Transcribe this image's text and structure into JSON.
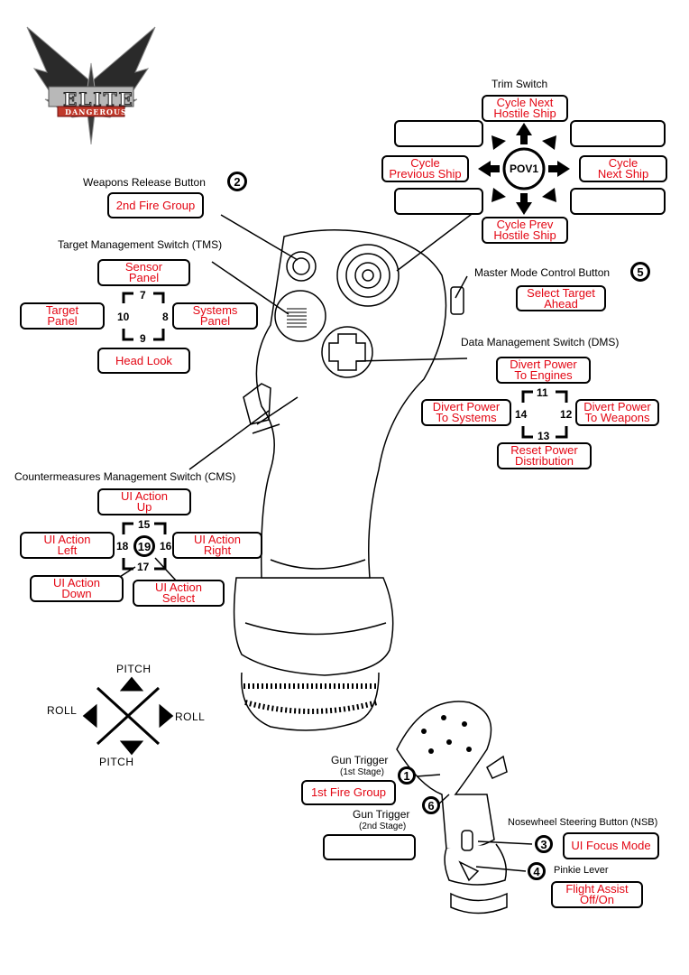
{
  "logo": {
    "word1": "ELITE",
    "word2": "DANGEROUS"
  },
  "trim": {
    "title": "Trim Switch",
    "pov": "POV1",
    "up": [
      "Cycle Next",
      "Hostile Ship"
    ],
    "down": [
      "Cycle Prev",
      "Hostile Ship"
    ],
    "left": [
      "Cycle",
      "Previous Ship"
    ],
    "right": [
      "Cycle",
      "Next Ship"
    ]
  },
  "weapons": {
    "title": "Weapons Release Button",
    "number": "2",
    "action": "2nd Fire Group"
  },
  "tms": {
    "title": "Target Management Switch (TMS)",
    "up": [
      "Sensor",
      "Panel"
    ],
    "left": [
      "Target",
      "Panel"
    ],
    "right": [
      "Systems",
      "Panel"
    ],
    "down": "Head Look",
    "n_up": "7",
    "n_left": "10",
    "n_right": "8",
    "n_down": "9"
  },
  "master": {
    "title": "Master Mode Control Button",
    "number": "5",
    "action": [
      "Select Target",
      "Ahead"
    ]
  },
  "dms": {
    "title": "Data Management Switch (DMS)",
    "up": [
      "Divert Power",
      "To Engines"
    ],
    "left": [
      "Divert Power",
      "To Systems"
    ],
    "right": [
      "Divert Power",
      "To Weapons"
    ],
    "down": [
      "Reset Power",
      "Distribution"
    ],
    "n_up": "11",
    "n_left": "14",
    "n_right": "12",
    "n_down": "13"
  },
  "cms": {
    "title": "Countermeasures Management Switch (CMS)",
    "up": [
      "UI Action",
      "Up"
    ],
    "left": [
      "UI Action",
      "Left"
    ],
    "right": [
      "UI Action",
      "Right"
    ],
    "down": [
      "UI Action",
      "Down"
    ],
    "select": [
      "UI Action",
      "Select"
    ],
    "n_up": "15",
    "n_left": "18",
    "n_right": "16",
    "n_down": "17",
    "n_center": "19"
  },
  "axes": {
    "top": "PITCH",
    "bottom": "PITCH",
    "left": "ROLL",
    "right": "ROLL"
  },
  "gun1": {
    "title": "Gun Trigger",
    "sub": "(1st Stage)",
    "number": "1",
    "action": "1st Fire Group"
  },
  "gun2": {
    "title": "Gun Trigger",
    "sub": "(2nd Stage)",
    "number": "6"
  },
  "nsb": {
    "title": "Nosewheel Steering Button (NSB)",
    "number": "3",
    "action": "UI Focus Mode"
  },
  "pinkie": {
    "title": "Pinkie Lever",
    "number": "4",
    "action": [
      "Flight Assist",
      "Off/On"
    ]
  }
}
